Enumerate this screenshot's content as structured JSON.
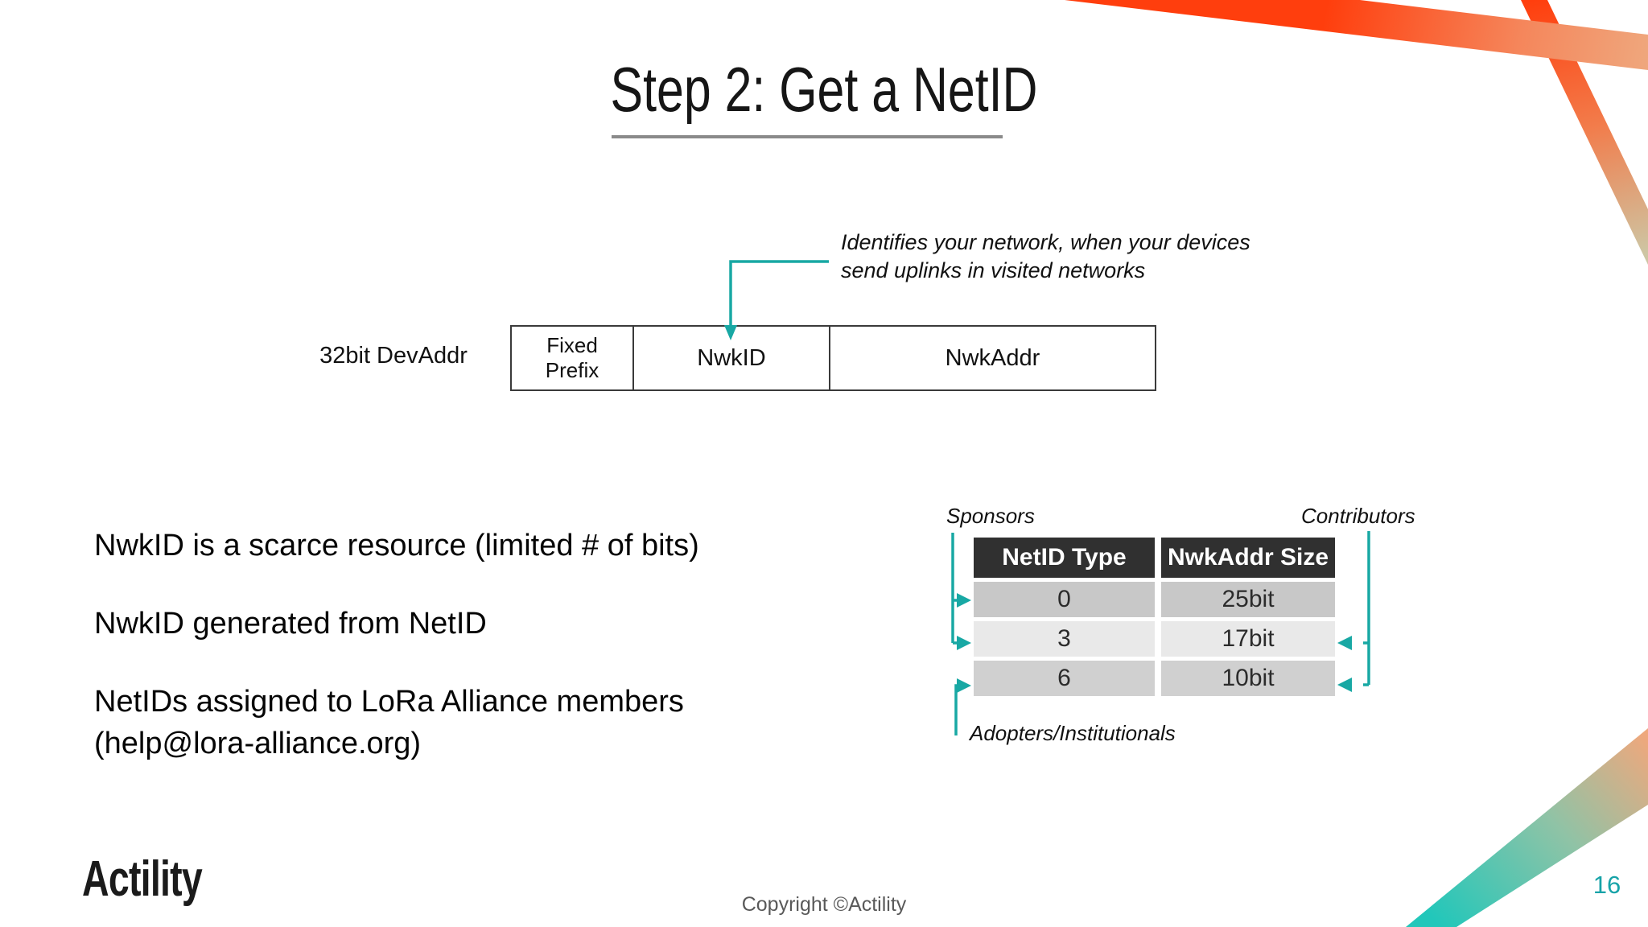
{
  "slide": {
    "title": "Step 2: Get a NetID",
    "page_number": "16",
    "copyright": "Copyright ©Actility",
    "logo": "Actility"
  },
  "annotation": {
    "text": "Identifies your network, when your devices\nsend uplinks in visited networks"
  },
  "devaddr": {
    "label": "32bit DevAddr",
    "segments": [
      "Fixed\nPrefix",
      "NwkID",
      "NwkAddr"
    ]
  },
  "bullets": [
    "NwkID is a scarce resource (limited # of bits)",
    "NwkID generated from NetID",
    "NetIDs assigned to LoRa Alliance members\n(help@lora-alliance.org)"
  ],
  "netid_table": {
    "headers": [
      "NetID Type",
      "NwkAddr Size"
    ],
    "rows": [
      [
        "0",
        "25bit"
      ],
      [
        "3",
        "17bit"
      ],
      [
        "6",
        "10bit"
      ]
    ],
    "callouts": {
      "sponsors": "Sponsors",
      "contributors": "Contributors",
      "adopters": "Adopters/Institutionals"
    }
  },
  "colors": {
    "accent_teal": "#18A8A4",
    "page_number_teal": "#17A3A8",
    "table_header_bg": "#303030",
    "table_row_bgs": [
      "#c8c8c8",
      "#e9e9e9",
      "#d0d0d0"
    ],
    "ribbon_orange": "#FF3E0D",
    "ribbon_peach": "#EFA77D",
    "ribbon_sage": "#CDC6A4",
    "ribbon_teal": "#22C7BA",
    "footer_gray": "#595959",
    "title_underline_gray": "#8a8a8a"
  }
}
